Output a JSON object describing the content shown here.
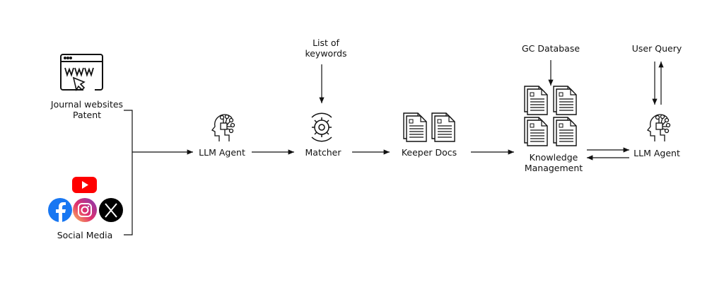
{
  "nodes": {
    "journal": {
      "line1": "Journal websites",
      "line2": "Patent",
      "icon": "www-browser-icon"
    },
    "social": {
      "label": "Social Media",
      "icons": [
        "youtube-icon",
        "facebook-icon",
        "instagram-icon",
        "x-icon"
      ]
    },
    "llm_agent_1": {
      "label": "LLM Agent",
      "icon": "ai-head-icon"
    },
    "keywords": {
      "line1": "List of",
      "line2": "keywords"
    },
    "matcher": {
      "label": "Matcher",
      "icon": "gear-icon"
    },
    "keeper_docs": {
      "label": "Keeper Docs",
      "icon": "documents-icon"
    },
    "gc_database": {
      "label": "GC Database"
    },
    "knowledge": {
      "line1": "Knowledge",
      "line2": "Management",
      "icon": "documents-grid-icon"
    },
    "user_query": {
      "label": "User Query"
    },
    "llm_agent_2": {
      "label": "LLM Agent",
      "icon": "ai-head-icon"
    }
  },
  "colors": {
    "youtube": "#ff0000",
    "facebook": "#1877f2",
    "x": "#000000",
    "line": "#111111"
  }
}
